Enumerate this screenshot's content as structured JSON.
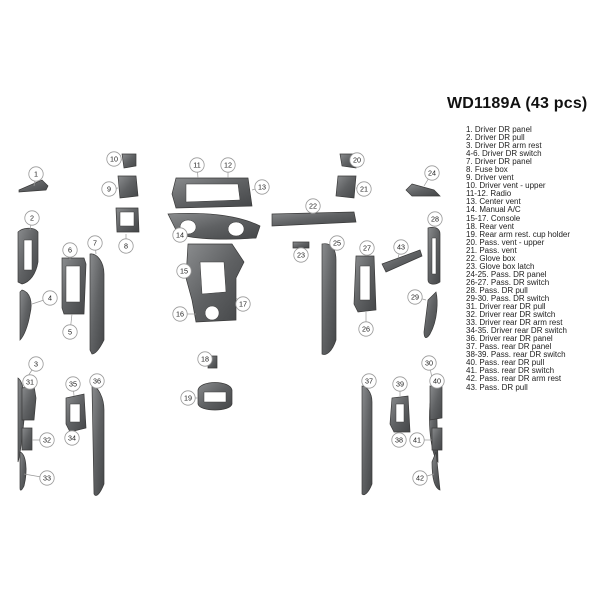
{
  "kit": {
    "title": "WD1189A (43 pcs)"
  },
  "legend": [
    "1. Driver DR panel",
    "2. Driver DR pull",
    "3. Driver DR arm rest",
    "4-6. Driver DR switch",
    "7. Driver DR panel",
    "8. Fuse box",
    "9. Driver vent",
    "10. Driver vent - upper",
    "11-12. Radio",
    "13. Center vent",
    "14. Manual A/C",
    "15-17. Console",
    "18. Rear vent",
    "19. Rear arm rest. cup holder",
    "20. Pass. vent - upper",
    "21. Pass. vent",
    "22. Glove box",
    "23. Glove box latch",
    "24-25. Pass. DR panel",
    "26-27. Pass. DR switch",
    "28. Pass. DR pull",
    "29-30. Pass. DR switch",
    "31. Driver rear DR pull",
    "32. Driver rear DR switch",
    "33. Driver rear DR arm rest",
    "34-35. Driver rear DR switch",
    "36. Driver rear DR panel",
    "37. Pass. rear DR panel",
    "38-39. Pass. rear DR switch",
    "40. Pass. rear DR pull",
    "41. Pass. rear DR switch",
    "42. Pass. rear DR arm rest",
    "43. Pass. DR pull"
  ],
  "parts": [
    {
      "number": "1"
    },
    {
      "number": "2"
    },
    {
      "number": "3"
    },
    {
      "number": "4"
    },
    {
      "number": "5"
    },
    {
      "number": "6"
    },
    {
      "number": "7"
    },
    {
      "number": "8"
    },
    {
      "number": "9"
    },
    {
      "number": "10"
    },
    {
      "number": "11"
    },
    {
      "number": "12"
    },
    {
      "number": "13"
    },
    {
      "number": "14"
    },
    {
      "number": "15"
    },
    {
      "number": "16"
    },
    {
      "number": "17"
    },
    {
      "number": "18"
    },
    {
      "number": "19"
    },
    {
      "number": "20"
    },
    {
      "number": "21"
    },
    {
      "number": "22"
    },
    {
      "number": "23"
    },
    {
      "number": "24"
    },
    {
      "number": "25"
    },
    {
      "number": "26"
    },
    {
      "number": "27"
    },
    {
      "number": "28"
    },
    {
      "number": "29"
    },
    {
      "number": "30"
    },
    {
      "number": "31"
    },
    {
      "number": "32"
    },
    {
      "number": "33"
    },
    {
      "number": "34"
    },
    {
      "number": "35"
    },
    {
      "number": "36"
    },
    {
      "number": "37"
    },
    {
      "number": "38"
    },
    {
      "number": "39"
    },
    {
      "number": "40"
    },
    {
      "number": "41"
    },
    {
      "number": "42"
    },
    {
      "number": "43"
    }
  ],
  "colors": {
    "trim_fill": "#5f6163",
    "trim_dark": "#4a4c4e",
    "trim_light": "#8a8c8e",
    "outline": "#3a3a3a",
    "callout_stroke": "#999999",
    "background": "#ffffff"
  }
}
